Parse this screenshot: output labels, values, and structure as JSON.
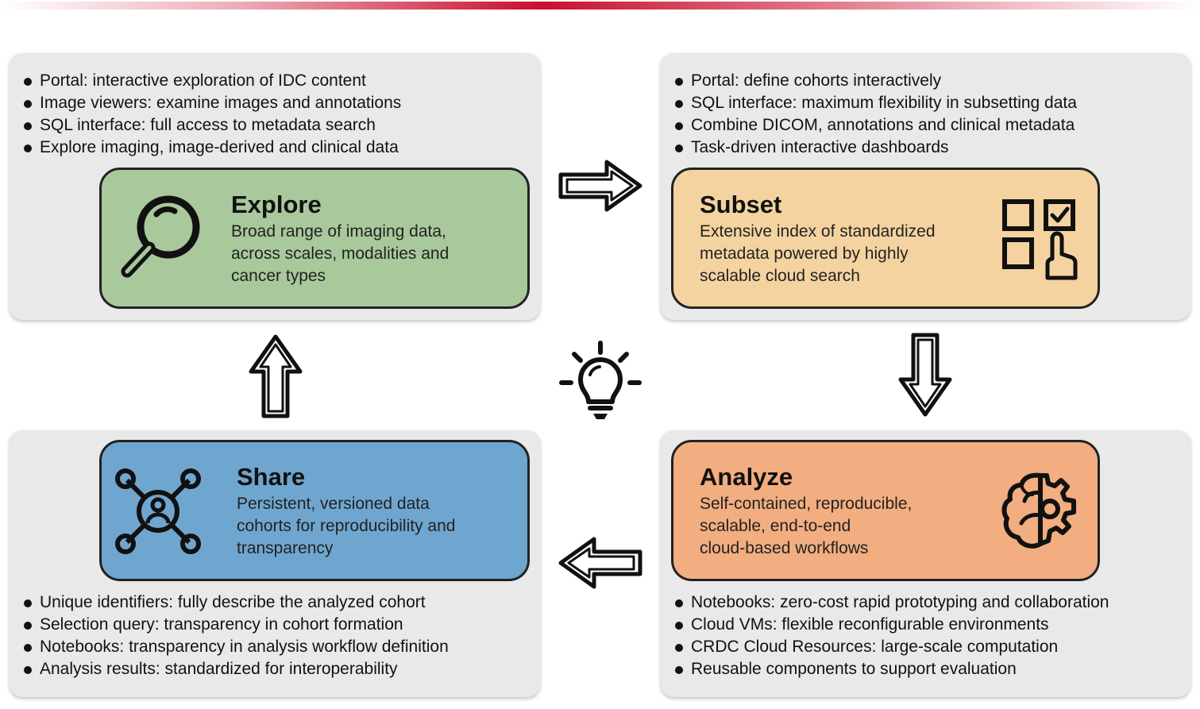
{
  "explore": {
    "title": "Explore",
    "description": [
      "Broad range of imaging data,",
      "across scales, modalities and",
      "cancer types"
    ],
    "bullets": [
      "Portal: interactive exploration of IDC content",
      "Image viewers: examine images and annotations",
      "SQL interface: full access to metadata search",
      "Explore imaging, image-derived and clinical data"
    ],
    "color": "#a9c89b",
    "icon": "magnifier-icon"
  },
  "subset": {
    "title": "Subset",
    "description": [
      "Extensive index of standardized",
      "metadata powered by highly",
      "scalable cloud search"
    ],
    "bullets": [
      "Portal: define cohorts interactively",
      "SQL interface: maximum flexibility in subsetting data",
      "Combine DICOM, annotations and clinical metadata",
      "Task-driven interactive dashboards"
    ],
    "color": "#f4d3a0",
    "icon": "select-grid-icon"
  },
  "analyze": {
    "title": "Analyze",
    "description": [
      "Self-contained, reproducible,",
      "scalable, end-to-end",
      "cloud-based workflows"
    ],
    "bullets": [
      "Notebooks: zero-cost rapid prototyping and collaboration",
      "Cloud VMs: flexible reconfigurable environments",
      "CRDC Cloud Resources: large-scale computation",
      "Reusable components to support evaluation"
    ],
    "color": "#f2ad80",
    "icon": "brain-gear-icon"
  },
  "share": {
    "title": "Share",
    "description": [
      "Persistent, versioned data",
      "cohorts for reproducibility and",
      "transparency"
    ],
    "bullets": [
      "Unique identifiers: fully describe the analyzed cohort",
      "Selection query: transparency in cohort formation",
      "Notebooks: transparency in analysis workflow definition",
      "Analysis results: standardized for interoperability"
    ],
    "color": "#6fa6cf",
    "icon": "network-user-icon"
  },
  "center_icon": "lightbulb-icon",
  "accent_color": "#c8102e"
}
